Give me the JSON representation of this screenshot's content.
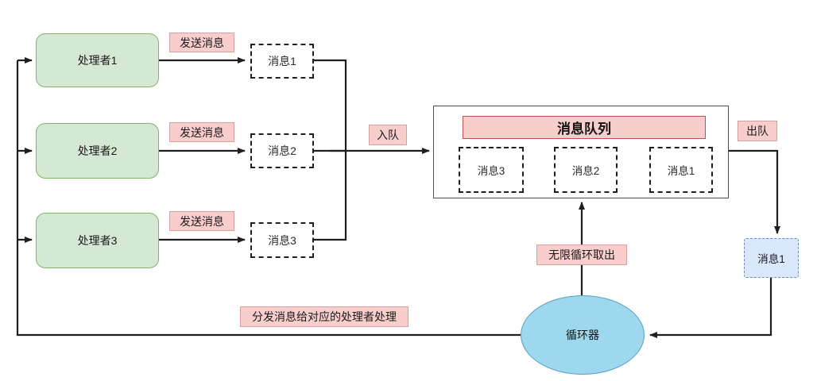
{
  "diagram": {
    "title": "message-queue-flow",
    "colors": {
      "handler_fill": "#d5e8d4",
      "handler_stroke": "#82b366",
      "tag_fill": "#f8cecc",
      "tag_stroke": "#d8a0a0",
      "queue_header_fill": "#f8cecc",
      "queue_header_stroke": "#b85450",
      "ellipse_fill": "#9ed8ee",
      "ellipse_stroke": "#5a9fc0",
      "blue_msg_fill": "#dae8fc",
      "blue_msg_stroke": "#6c8ebf",
      "line": "#1f1f1f"
    }
  },
  "handlers": [
    {
      "label": "处理者1"
    },
    {
      "label": "处理者2"
    },
    {
      "label": "处理者3"
    }
  ],
  "send_tags": [
    {
      "label": "发送消息"
    },
    {
      "label": "发送消息"
    },
    {
      "label": "发送消息"
    }
  ],
  "outgoing_messages": [
    {
      "label": "消息1"
    },
    {
      "label": "消息2"
    },
    {
      "label": "消息3"
    }
  ],
  "enqueue_tag": {
    "label": "入队"
  },
  "dequeue_tag": {
    "label": "出队"
  },
  "queue": {
    "header": "消息队列",
    "slots": [
      {
        "label": "消息3"
      },
      {
        "label": "消息2"
      },
      {
        "label": "消息1"
      }
    ]
  },
  "loop_tag": {
    "label": "无限循环取出"
  },
  "dispatch_tag": {
    "label": "分发消息给对应的处理者处理"
  },
  "looper": {
    "label": "循环器"
  },
  "dequeued_message": {
    "label": "消息1"
  }
}
